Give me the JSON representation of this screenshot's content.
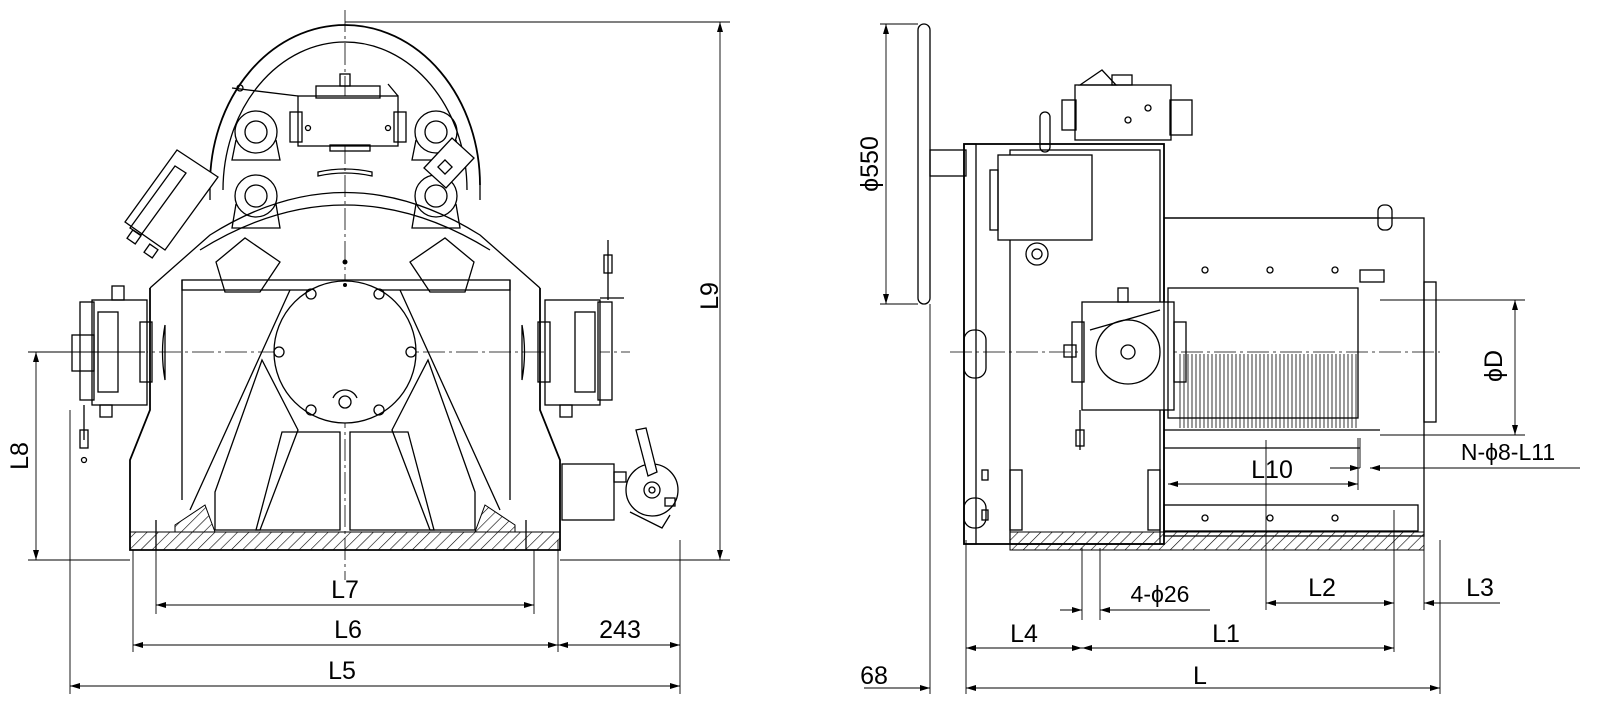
{
  "labels": {
    "L9": "L9",
    "L8": "L8",
    "L7": "L7",
    "L6": "L6",
    "L5": "L5",
    "dim_243": "243",
    "phi550": "ϕ550",
    "phiD": "ϕD",
    "N_holes": "N-ϕ8-L11",
    "L10": "L10",
    "holes_4x26": "4-ϕ26",
    "L2": "L2",
    "L3": "L3",
    "L4": "L4",
    "L1": "L1",
    "dim_68": "68",
    "L": "L"
  }
}
